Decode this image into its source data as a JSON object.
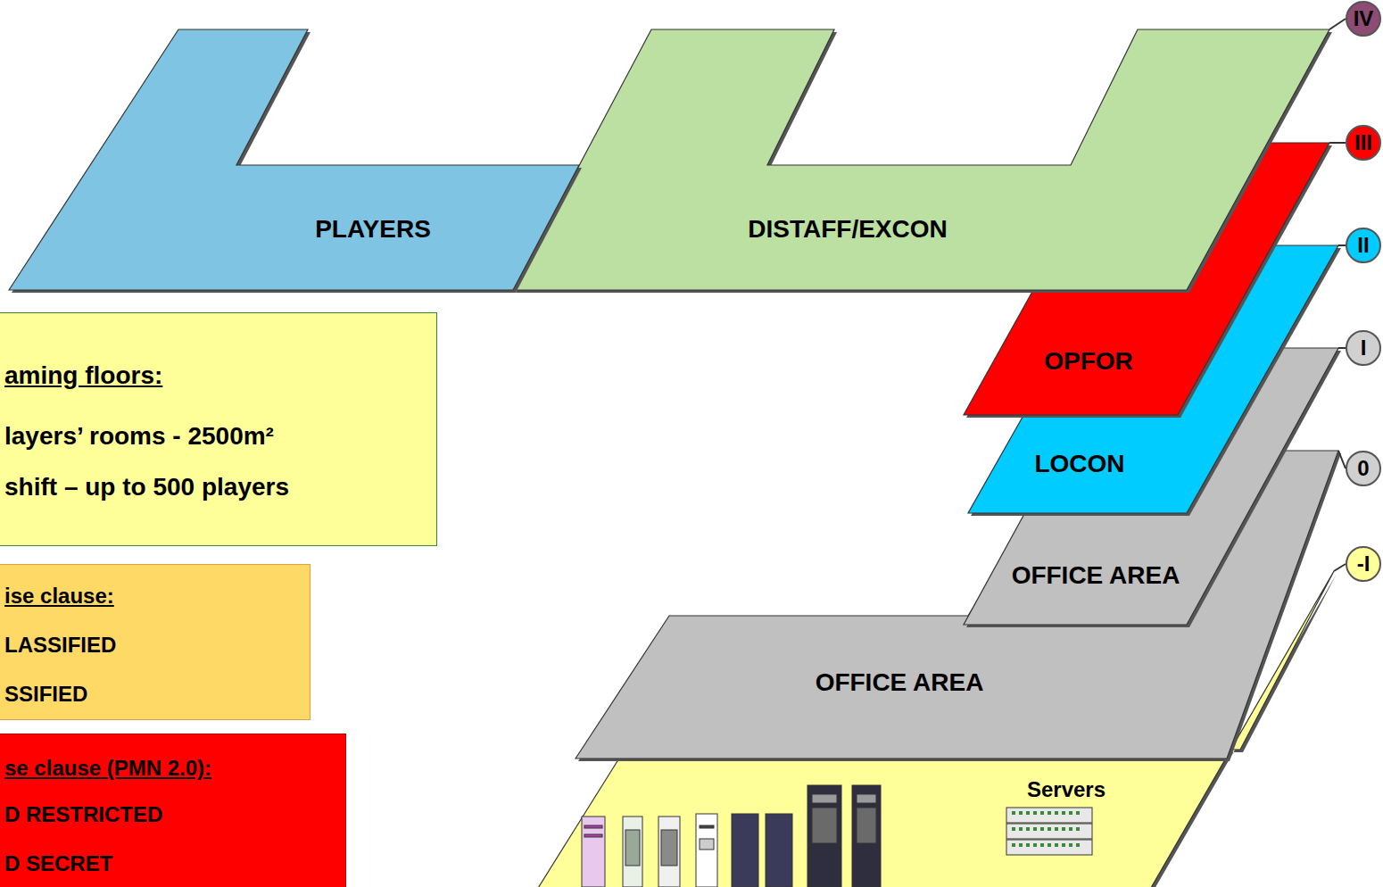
{
  "diagram": {
    "nodes": [
      {
        "text": [
          "PLAYERS"
        ]
      },
      {
        "text": [
          "DISTAFF/EXCON"
        ]
      },
      {
        "text": [
          "OPFOR"
        ]
      },
      {
        "text": [
          "LOCON"
        ]
      },
      {
        "text": [
          "OFFICE AREA"
        ]
      },
      {
        "text": [
          "OFFICE AREA"
        ]
      },
      {
        "text": [
          "Servers"
        ]
      },
      {
        "text": [
          "IV"
        ]
      },
      {
        "text": [
          "III"
        ]
      },
      {
        "text": [
          "II"
        ]
      },
      {
        "text": [
          "I"
        ]
      },
      {
        "text": [
          "0"
        ]
      },
      {
        "text": [
          "-I"
        ]
      },
      {
        "text": [
          "aming floors:",
          "layers’ rooms - 2500m²",
          "shift – up to 500 players"
        ]
      },
      {
        "text": [
          "ise clause:",
          "LASSIFIED",
          "SSIFIED"
        ]
      },
      {
        "text": [
          "se clause (PMN 2.0):",
          "D RESTRICTED",
          "D SECRET"
        ]
      }
    ],
    "edges": [
      {
        "from": 1,
        "to": 7,
        "arrow": "none"
      },
      {
        "from": 2,
        "to": 8,
        "arrow": "none"
      },
      {
        "from": 3,
        "to": 9,
        "arrow": "none"
      },
      {
        "from": 4,
        "to": 10,
        "arrow": "none"
      },
      {
        "from": 5,
        "to": 11,
        "arrow": "none"
      },
      {
        "from": 6,
        "to": 12,
        "arrow": "none"
      }
    ]
  }
}
